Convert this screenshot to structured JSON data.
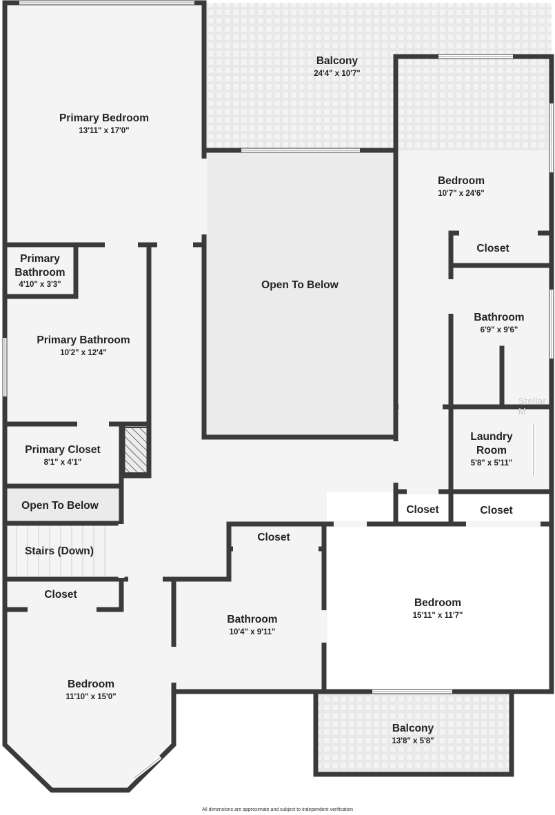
{
  "rooms": {
    "balcony_top": {
      "name": "Balcony",
      "dims": "24'4\" x 10'7\""
    },
    "primary_bedroom": {
      "name": "Primary Bedroom",
      "dims": "13'11\" x 17'0\""
    },
    "bedroom_right": {
      "name": "Bedroom",
      "dims": "10'7\" x 24'6\""
    },
    "closet_right_top": {
      "name": "Closet"
    },
    "primary_bath_small": {
      "name_line1": "Primary",
      "name_line2": "Bathroom",
      "dims": "4'10\" x 3'3\""
    },
    "open_to_below_center": {
      "name": "Open To Below"
    },
    "bathroom_right": {
      "name": "Bathroom",
      "dims": "6'9\" x 9'6\""
    },
    "primary_bathroom": {
      "name": "Primary Bathroom",
      "dims": "10'2\" x 12'4\""
    },
    "primary_closet": {
      "name": "Primary Closet",
      "dims": "8'1\" x 4'1\""
    },
    "laundry_room": {
      "name_line1": "Laundry",
      "name_line2": "Room",
      "dims": "5'8\" x 5'11\""
    },
    "open_to_below_left": {
      "name": "Open To Below"
    },
    "closet_mid": {
      "name": "Closet"
    },
    "closet_right_mid": {
      "name": "Closet"
    },
    "closet_center": {
      "name": "Closet"
    },
    "stairs": {
      "name": "Stairs (Down)"
    },
    "closet_left": {
      "name": "Closet"
    },
    "bedroom_bottom_right": {
      "name": "Bedroom",
      "dims": "15'11\" x 11'7\""
    },
    "bathroom_center": {
      "name": "Bathroom",
      "dims": "10'4\" x 9'11\""
    },
    "bedroom_bottom_left": {
      "name": "Bedroom",
      "dims": "11'10\" x 15'0\""
    },
    "balcony_bottom": {
      "name": "Balcony",
      "dims": "13'8\" x 5'8\""
    }
  },
  "footer": "All dimensions are approximate and subject to independent verification",
  "watermark": "Stellar M",
  "colors": {
    "wall": "#3a3a3a",
    "floor": "#f4f4f4",
    "balcony": "#f1f1f1",
    "open_to_below": "#ebebeb"
  }
}
